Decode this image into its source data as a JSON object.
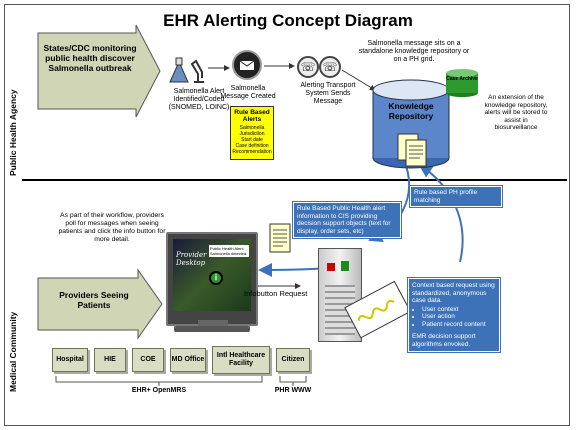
{
  "title": "EHR Alerting Concept Diagram",
  "lanes": {
    "top": "Public Health Agency",
    "bottom": "Medical Community"
  },
  "arrows": {
    "top": "States/CDC monitoring public health discover Salmonella outbreak",
    "bottom": "Providers Seeing Patients"
  },
  "steps": {
    "identified": "Salmonella Alert Identified/Coded (SNOMED, LOINC)",
    "created": "Salmonella Message Created",
    "transport": "Alerting Transport System Sends Message"
  },
  "rule_box": {
    "title": "Rule Based Alerts",
    "items": [
      "Salmonella",
      "Jurisdiction",
      "Start date",
      "Case definition",
      "Recommendation"
    ]
  },
  "notes": {
    "standalone": "Salmonella message sits on a standalone knowledge repository or on a PH grid.",
    "extension": "An extension of the knowledge repository, alerts will be stored to assist in biosurveillance",
    "workflow": "As part of their workflow, providers poll for messages when seeing patients and click the info button for more detail."
  },
  "repository": {
    "label": "Knowledge Repository",
    "archive": "Case Archive"
  },
  "rule_match": "Rule based PH profile matching",
  "cis_box": "Rule Based Public Health alert information to CIS providing decision support objects (text for display, order sets, etc)",
  "context_box": {
    "intro": "Context based request using standardized, anonymous case data.",
    "bullets": [
      "User context",
      "User action",
      "Patient record content"
    ],
    "footer": "EMR decision support algorithms envoked."
  },
  "infobutton": "Infobutton Request",
  "screen": {
    "brand": "Provider Desktop",
    "popup": "Public Health Alert: Salmonella detected."
  },
  "settings": [
    "Hospital",
    "HIE",
    "COE",
    "MD Office",
    "Intl Healthcare Facility",
    "Citizen"
  ],
  "groups": {
    "ehr": "EHR+ OpenMRS",
    "phr": "PHR WWW"
  },
  "colors": {
    "arrow_fill": "#cfd5b5",
    "accent_blue": "#3d72b8",
    "rule_yellow": "#ffff00",
    "green": "#2e9a2e"
  }
}
